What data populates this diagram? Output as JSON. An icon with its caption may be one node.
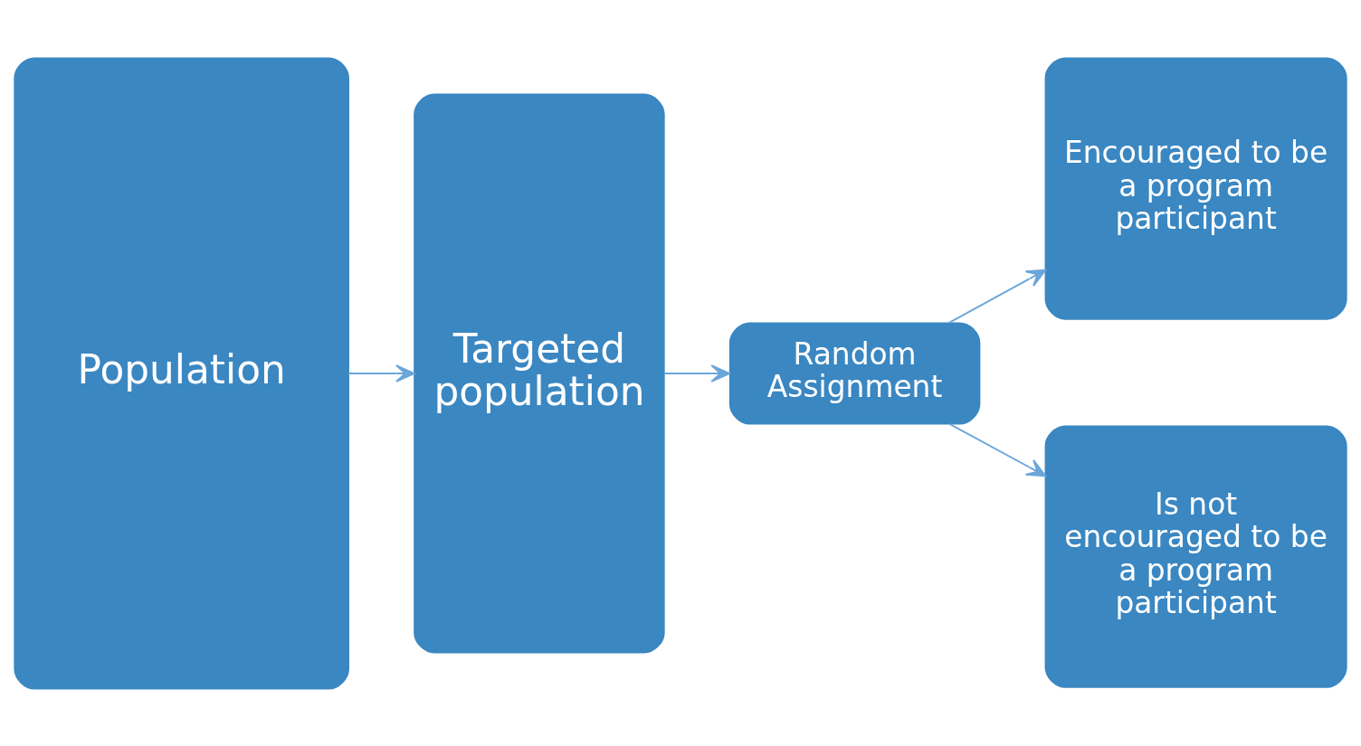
{
  "diagram": {
    "nodes": [
      {
        "text": [
          "Population"
        ]
      },
      {
        "text": [
          "Targeted population"
        ]
      },
      {
        "text": [
          "Random Assignment"
        ]
      },
      {
        "text": [
          "Encouraged to be a program participant"
        ]
      },
      {
        "text": [
          "Is not encouraged to be a program participant"
        ]
      }
    ],
    "edges": [
      {
        "from": 0,
        "to": 1,
        "arrow": "to"
      },
      {
        "from": 1,
        "to": 2,
        "arrow": "to"
      },
      {
        "from": 2,
        "to": 3,
        "arrow": "to"
      },
      {
        "from": 2,
        "to": 4,
        "arrow": "to"
      }
    ]
  }
}
